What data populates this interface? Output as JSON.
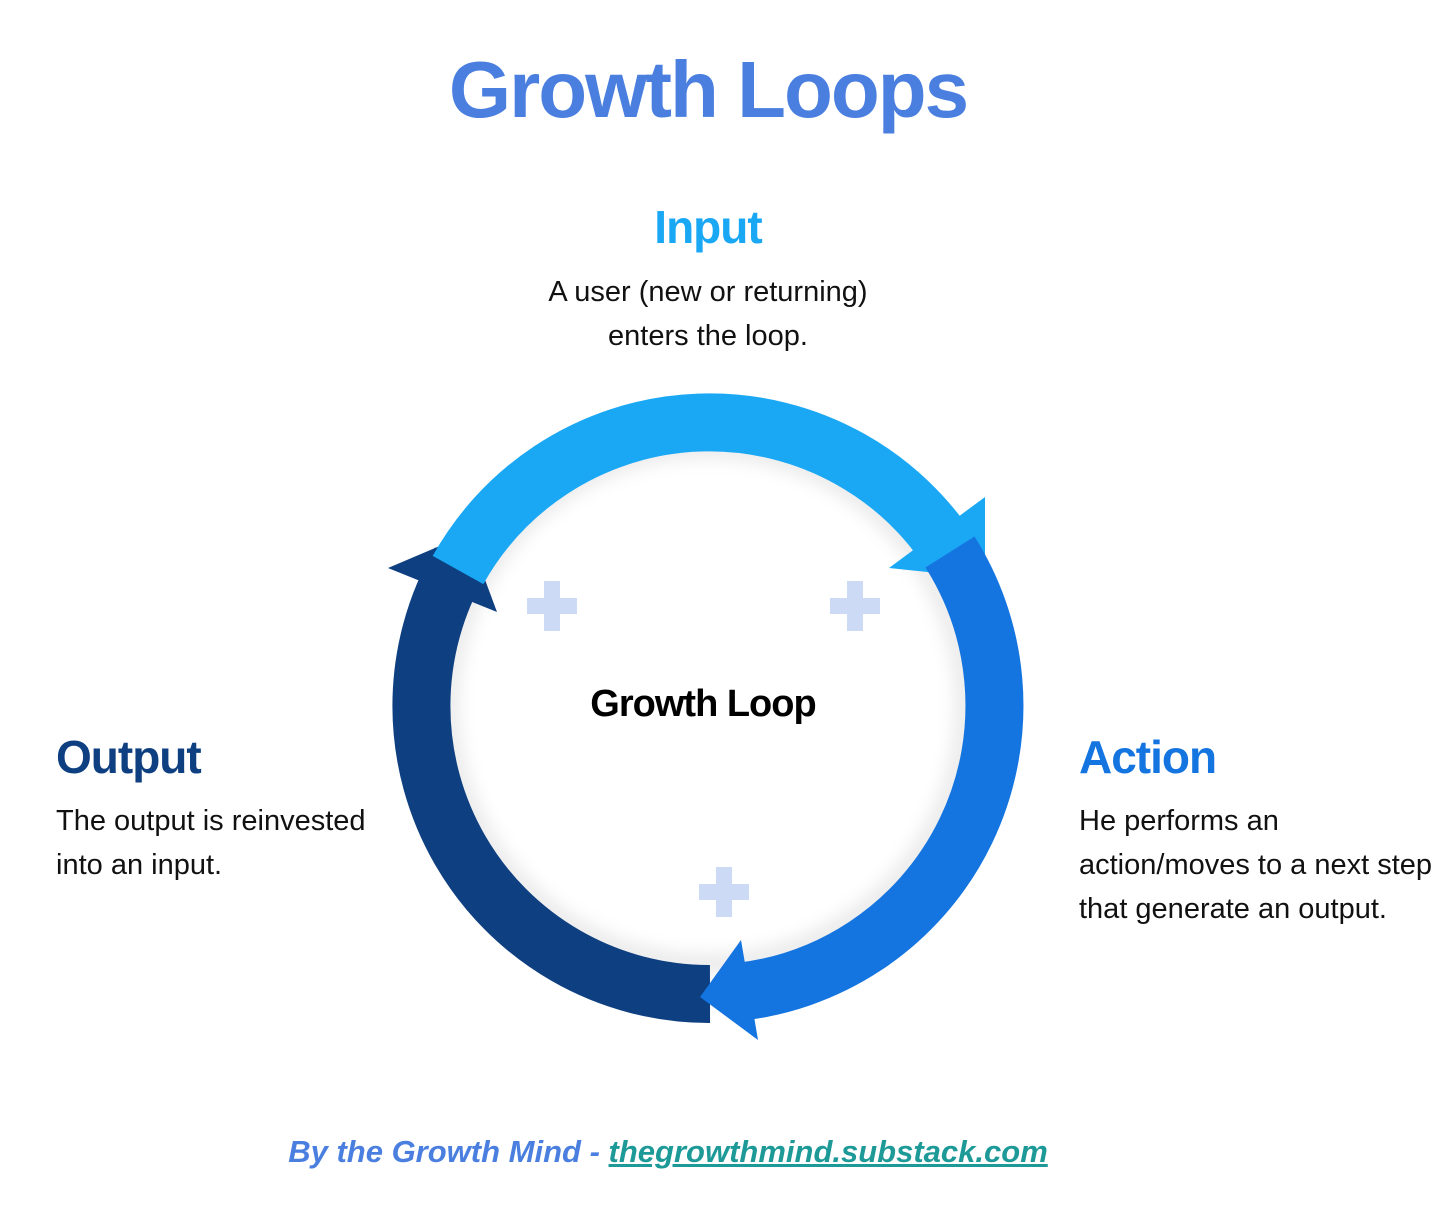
{
  "title": "Growth Loops",
  "center_label": "Growth Loop",
  "stages": {
    "input": {
      "heading": "Input",
      "line1": "A user (new or returning)",
      "line2": "enters the loop."
    },
    "action": {
      "heading": "Action",
      "line1": "He performs an",
      "line2": "action/moves to a next step",
      "line3": "that generate an output."
    },
    "output": {
      "heading": "Output",
      "line1": "The output is reinvested",
      "line2": "into an input."
    }
  },
  "footer": {
    "prefix": "By the Growth Mind - ",
    "link": "thegrowthmind.substack.com"
  },
  "colors": {
    "title": "#4a7fe0",
    "input": "#1aa8f5",
    "action": "#1474e0",
    "output": "#0e3f80",
    "plus": "#ccdaf5",
    "footer_prefix": "#4a7fe0",
    "footer_link": "#1d9a98"
  },
  "icons": [
    "plus-icon",
    "plus-icon",
    "plus-icon"
  ]
}
